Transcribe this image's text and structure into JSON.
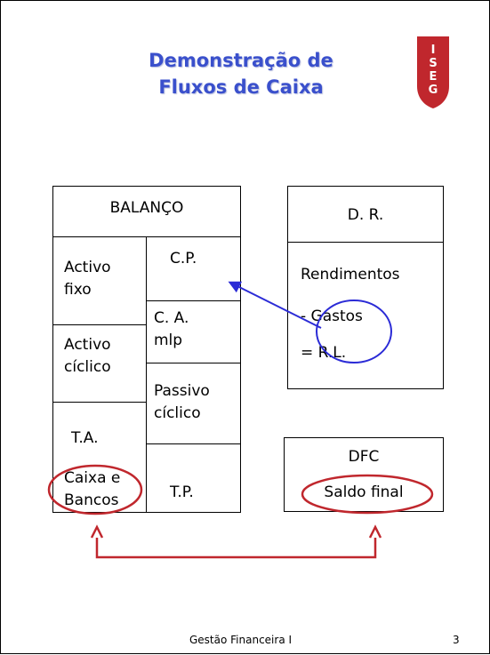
{
  "slide": {
    "title_line1": "Demonstração de",
    "title_line2": "Fluxos de Caixa",
    "logo_text": "ISEG",
    "logo_letters": [
      "I",
      "S",
      "E",
      "G"
    ]
  },
  "balanco": {
    "title": "BALANÇO",
    "activo_fixo": "Activo\nfixo",
    "activo_ciclico": "Activo\ncíclico",
    "ta": "T.A.",
    "caixa_bancos": "Caixa e\nBancos",
    "cp": "C.P.",
    "ca_mlp": "C. A.\nmlp",
    "passivo_ciclico": "Passivo\ncíclico",
    "tp": "T.P."
  },
  "dr": {
    "title": "D. R.",
    "rendimentos": "Rendimentos",
    "gastos": "- Gastos",
    "rl": "= R.L."
  },
  "dfc": {
    "title": "DFC",
    "saldo_final": "Saldo final"
  },
  "footer": {
    "course": "Gestão Financeira I",
    "page": "3"
  },
  "colors": {
    "title": "#3a50cc",
    "logo": "#c0272d",
    "blue_arrow": "#2b2bd6",
    "red_highlight": "#c0272d"
  }
}
